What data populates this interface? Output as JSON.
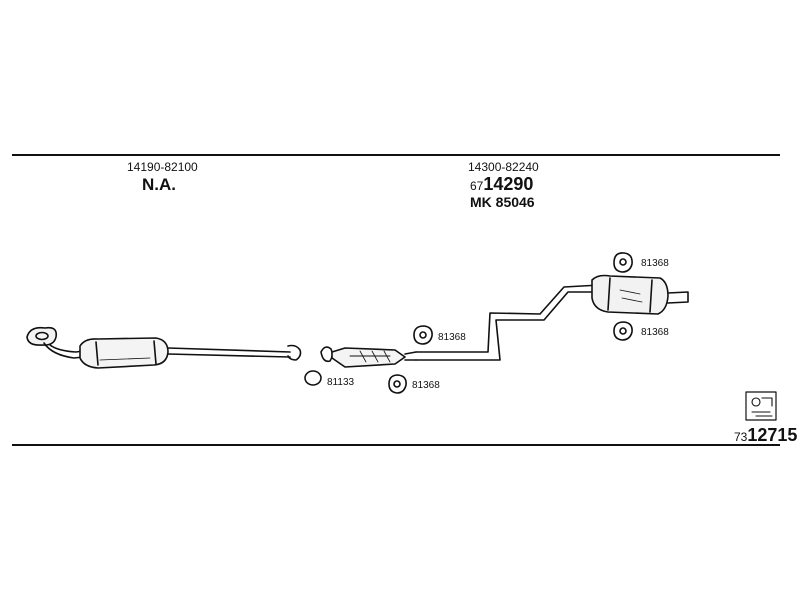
{
  "left_group": {
    "part_no": "14190-82100",
    "status": "N.A."
  },
  "right_group": {
    "part_no": "14300-82240",
    "code_prefix": "67",
    "code_main": "14290",
    "mk_code": "MK 85046"
  },
  "callouts": {
    "clamp_right_top": "81368",
    "clamp_right_bottom": "81368",
    "clamp_center": "81368",
    "clamp_lower": "81368",
    "gasket": "81133"
  },
  "footer": {
    "prefix": "73",
    "catalog_no": "12715"
  },
  "colors": {
    "line": "#111111",
    "background": "#ffffff"
  },
  "icons": [
    "catalog-symbol-icon"
  ]
}
